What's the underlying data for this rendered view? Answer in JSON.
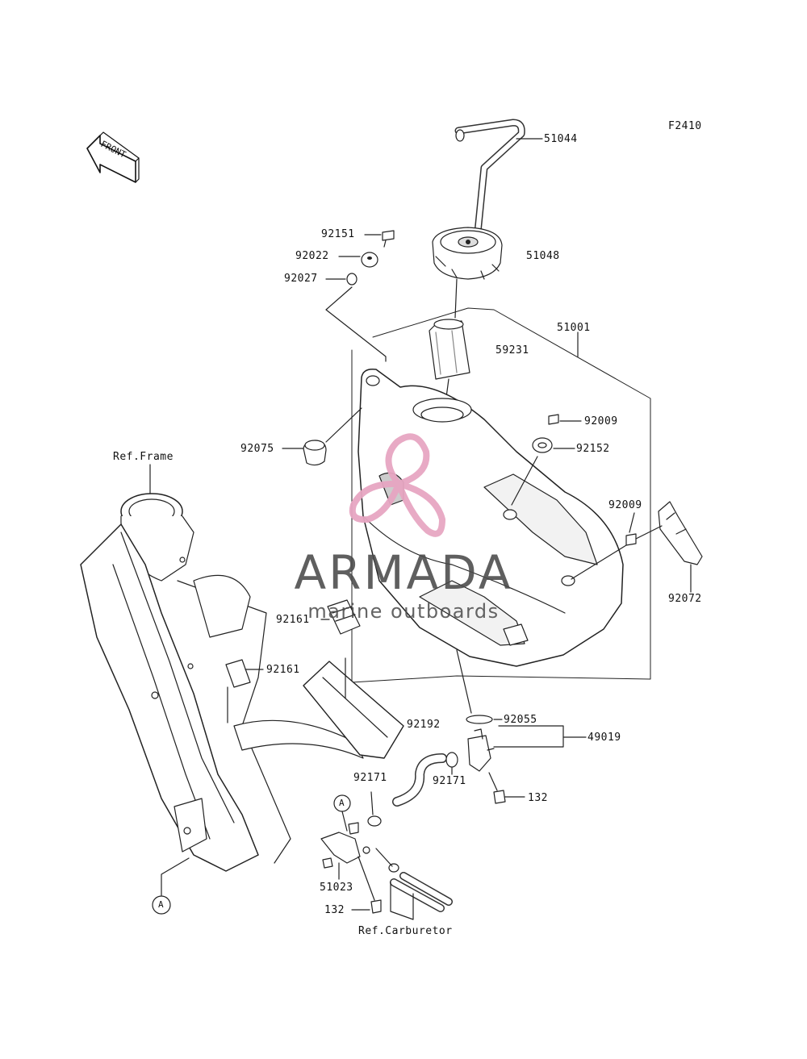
{
  "diagram": {
    "code": "F2410",
    "front_text": "FRONT",
    "callout_a": "A",
    "parts": [
      {
        "id": "p51044",
        "number": "51044"
      },
      {
        "id": "p92151",
        "number": "92151"
      },
      {
        "id": "p92022",
        "number": "92022"
      },
      {
        "id": "p92027",
        "number": "92027"
      },
      {
        "id": "p51048",
        "number": "51048"
      },
      {
        "id": "p51001",
        "number": "51001"
      },
      {
        "id": "p59231",
        "number": "59231"
      },
      {
        "id": "p92009a",
        "number": "92009"
      },
      {
        "id": "p92152",
        "number": "92152"
      },
      {
        "id": "p92075",
        "number": "92075"
      },
      {
        "id": "p92009b",
        "number": "92009"
      },
      {
        "id": "p92072",
        "number": "92072"
      },
      {
        "id": "p92161a",
        "number": "92161"
      },
      {
        "id": "p92161b",
        "number": "92161"
      },
      {
        "id": "p92055",
        "number": "92055"
      },
      {
        "id": "p49019",
        "number": "49019"
      },
      {
        "id": "p92192",
        "number": "92192"
      },
      {
        "id": "p92171a",
        "number": "92171"
      },
      {
        "id": "p92171b",
        "number": "92171"
      },
      {
        "id": "p132a",
        "number": "132"
      },
      {
        "id": "p51023",
        "number": "51023"
      },
      {
        "id": "p132b",
        "number": "132"
      }
    ],
    "references": {
      "frame": "Ref.Frame",
      "carburetor": "Ref.Carburetor"
    }
  },
  "watermark": {
    "brand": "ARMADA",
    "tagline": "marine outboards",
    "accent_color": "#e7a6c2"
  }
}
